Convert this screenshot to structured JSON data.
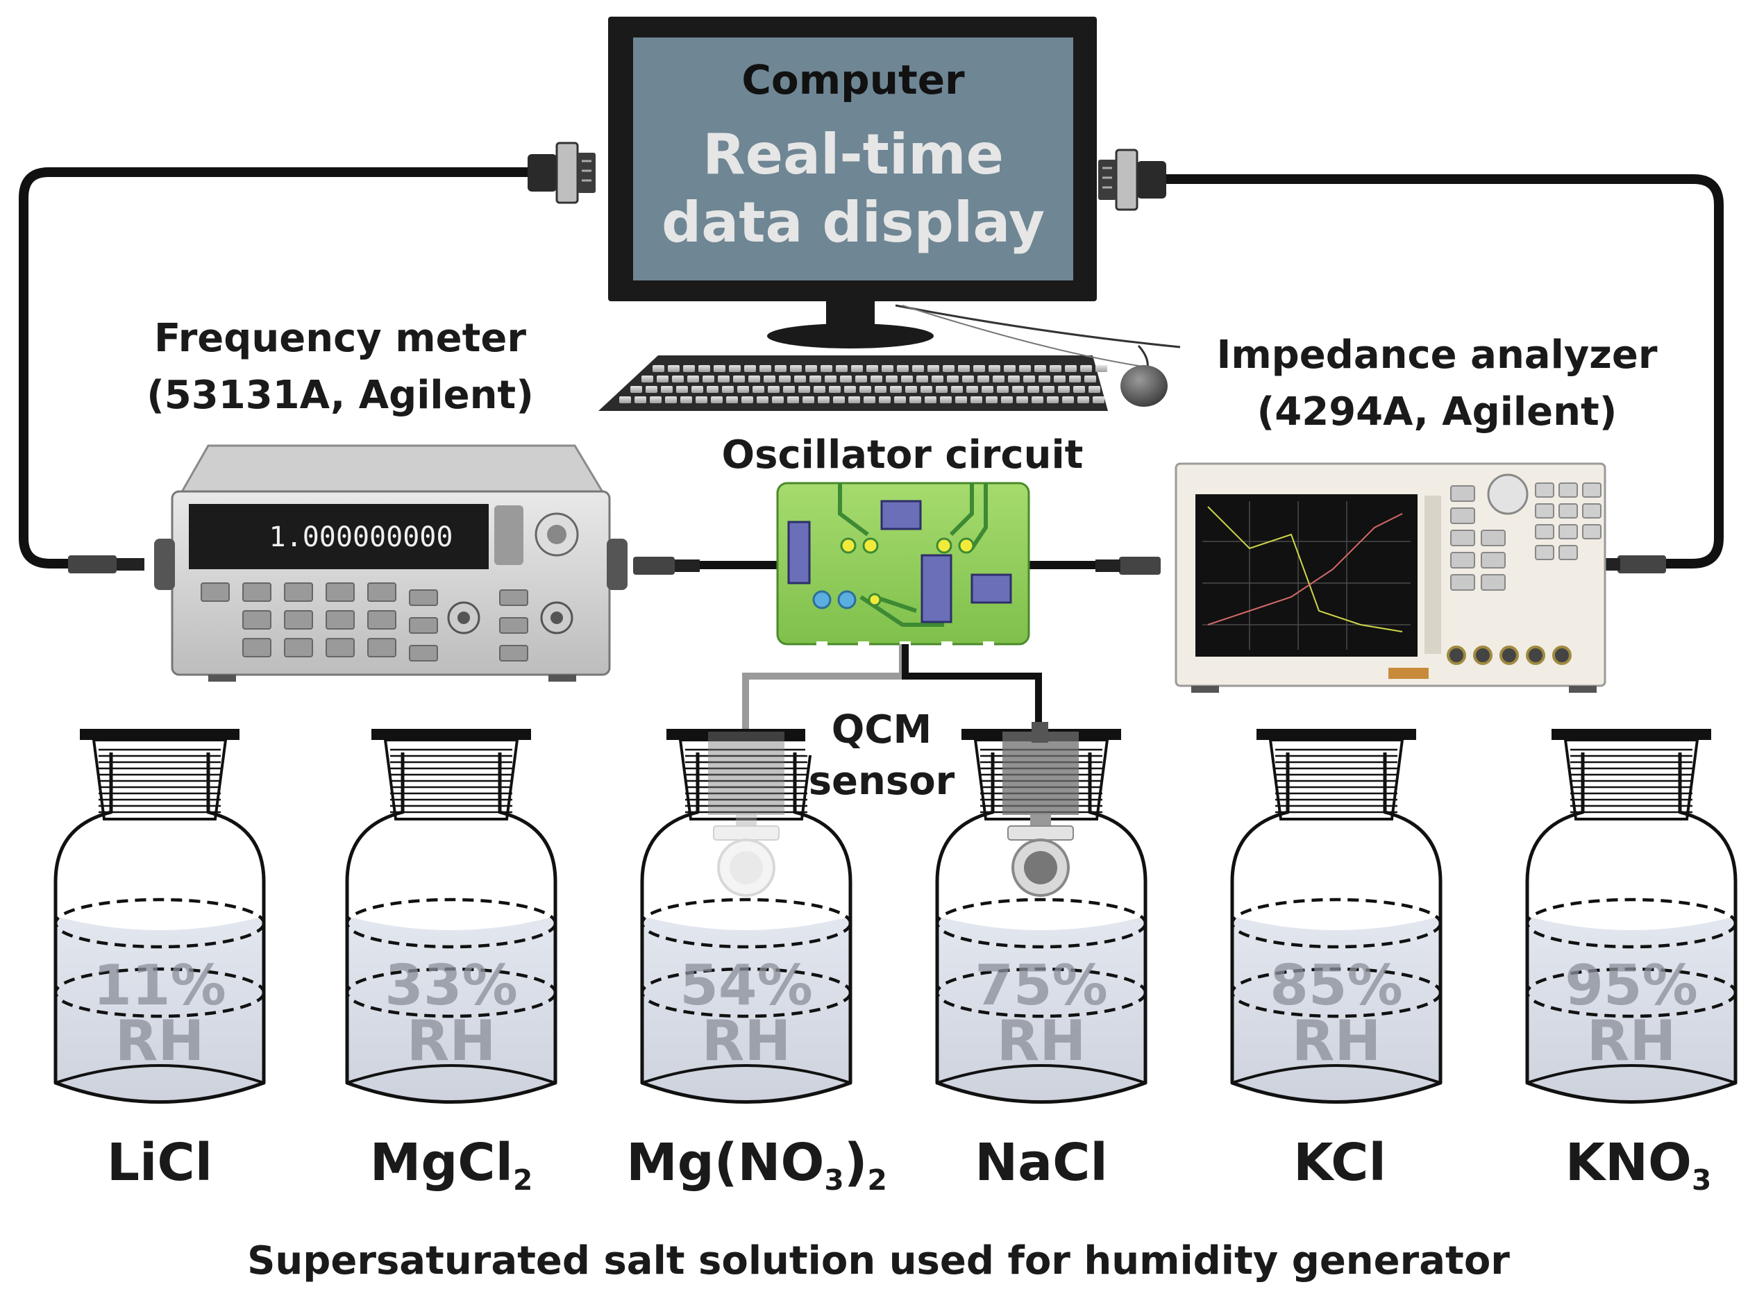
{
  "computer": {
    "title": "Computer",
    "screen_line1": "Real-time",
    "screen_line2": "data display"
  },
  "frequency_meter": {
    "line1": "Frequency meter",
    "line2": "(53131A, Agilent)",
    "display": "1.000000000"
  },
  "impedance_analyzer": {
    "line1": "Impedance analyzer",
    "line2": "(4294A, Agilent)"
  },
  "oscillator": {
    "label": "Oscillator circuit"
  },
  "qcm": {
    "line1": "QCM",
    "line2": "sensor"
  },
  "bottles": [
    {
      "rh": "11%",
      "rh_unit": "RH",
      "salt": "LiCl",
      "salt_sub": ""
    },
    {
      "rh": "33%",
      "rh_unit": "RH",
      "salt": "MgCl",
      "salt_sub": "2"
    },
    {
      "rh": "54%",
      "rh_unit": "RH",
      "salt": "Mg(NO",
      "salt_sub": "3",
      "salt_tail": ")",
      "salt_tail_sub": "2"
    },
    {
      "rh": "75%",
      "rh_unit": "RH",
      "salt": "NaCl",
      "salt_sub": ""
    },
    {
      "rh": "85%",
      "rh_unit": "RH",
      "salt": "KCl",
      "salt_sub": ""
    },
    {
      "rh": "95%",
      "rh_unit": "RH",
      "salt": "KNO",
      "salt_sub": "3"
    }
  ],
  "caption": "Supersaturated salt solution used for humidity generator",
  "colors": {
    "screen": "#6f8694",
    "pcb": "#8dcc5a",
    "liquid": "#d9dde6",
    "cable": "#111111"
  }
}
